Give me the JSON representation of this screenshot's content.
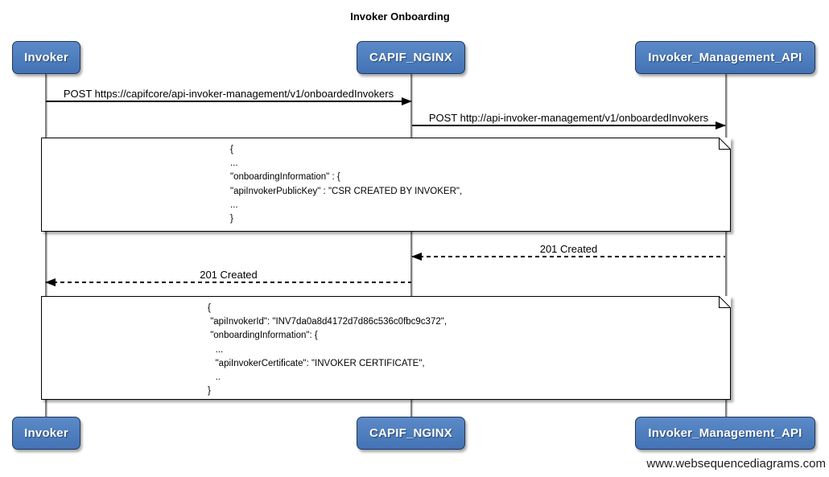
{
  "title": "Invoker Onboarding",
  "actors": [
    {
      "name": "Invoker"
    },
    {
      "name": "CAPIF_NGINX"
    },
    {
      "name": "Invoker_Management_API"
    }
  ],
  "messages": [
    {
      "label": "POST https://capifcore/api-invoker-management/v1/onboardedInvokers",
      "from": "Invoker",
      "to": "CAPIF_NGINX",
      "style": "solid"
    },
    {
      "label": "POST http://api-invoker-management/v1/onboardedInvokers",
      "from": "CAPIF_NGINX",
      "to": "Invoker_Management_API",
      "style": "solid"
    },
    {
      "label": "201 Created",
      "from": "Invoker_Management_API",
      "to": "CAPIF_NGINX",
      "style": "dashed"
    },
    {
      "label": "201 Created",
      "from": "CAPIF_NGINX",
      "to": "Invoker",
      "style": "dashed"
    }
  ],
  "notes": [
    {
      "text": "{\n...\n\"onboardingInformation\" : {\n\"apiInvokerPublicKey\" : \"CSR CREATED BY INVOKER\",\n...\n}"
    },
    {
      "text": "{\n \"apiInvokerId\": \"INV7da0a8d4172d7d86c536c0fbc9c372\",\n \"onboardingInformation\": {\n   ...\n   \"apiInvokerCertificate\": \"INVOKER CERTIFICATE\",\n   ..\n}"
    }
  ],
  "watermark": "www.websequencediagrams.com",
  "colors": {
    "actor_fill": "#4f81bd",
    "actor_border": "#20385c",
    "actor_text": "#ffffff",
    "lifeline": "#828282",
    "note_bg": "#ffffff",
    "line": "#000000",
    "background": "#ffffff"
  }
}
